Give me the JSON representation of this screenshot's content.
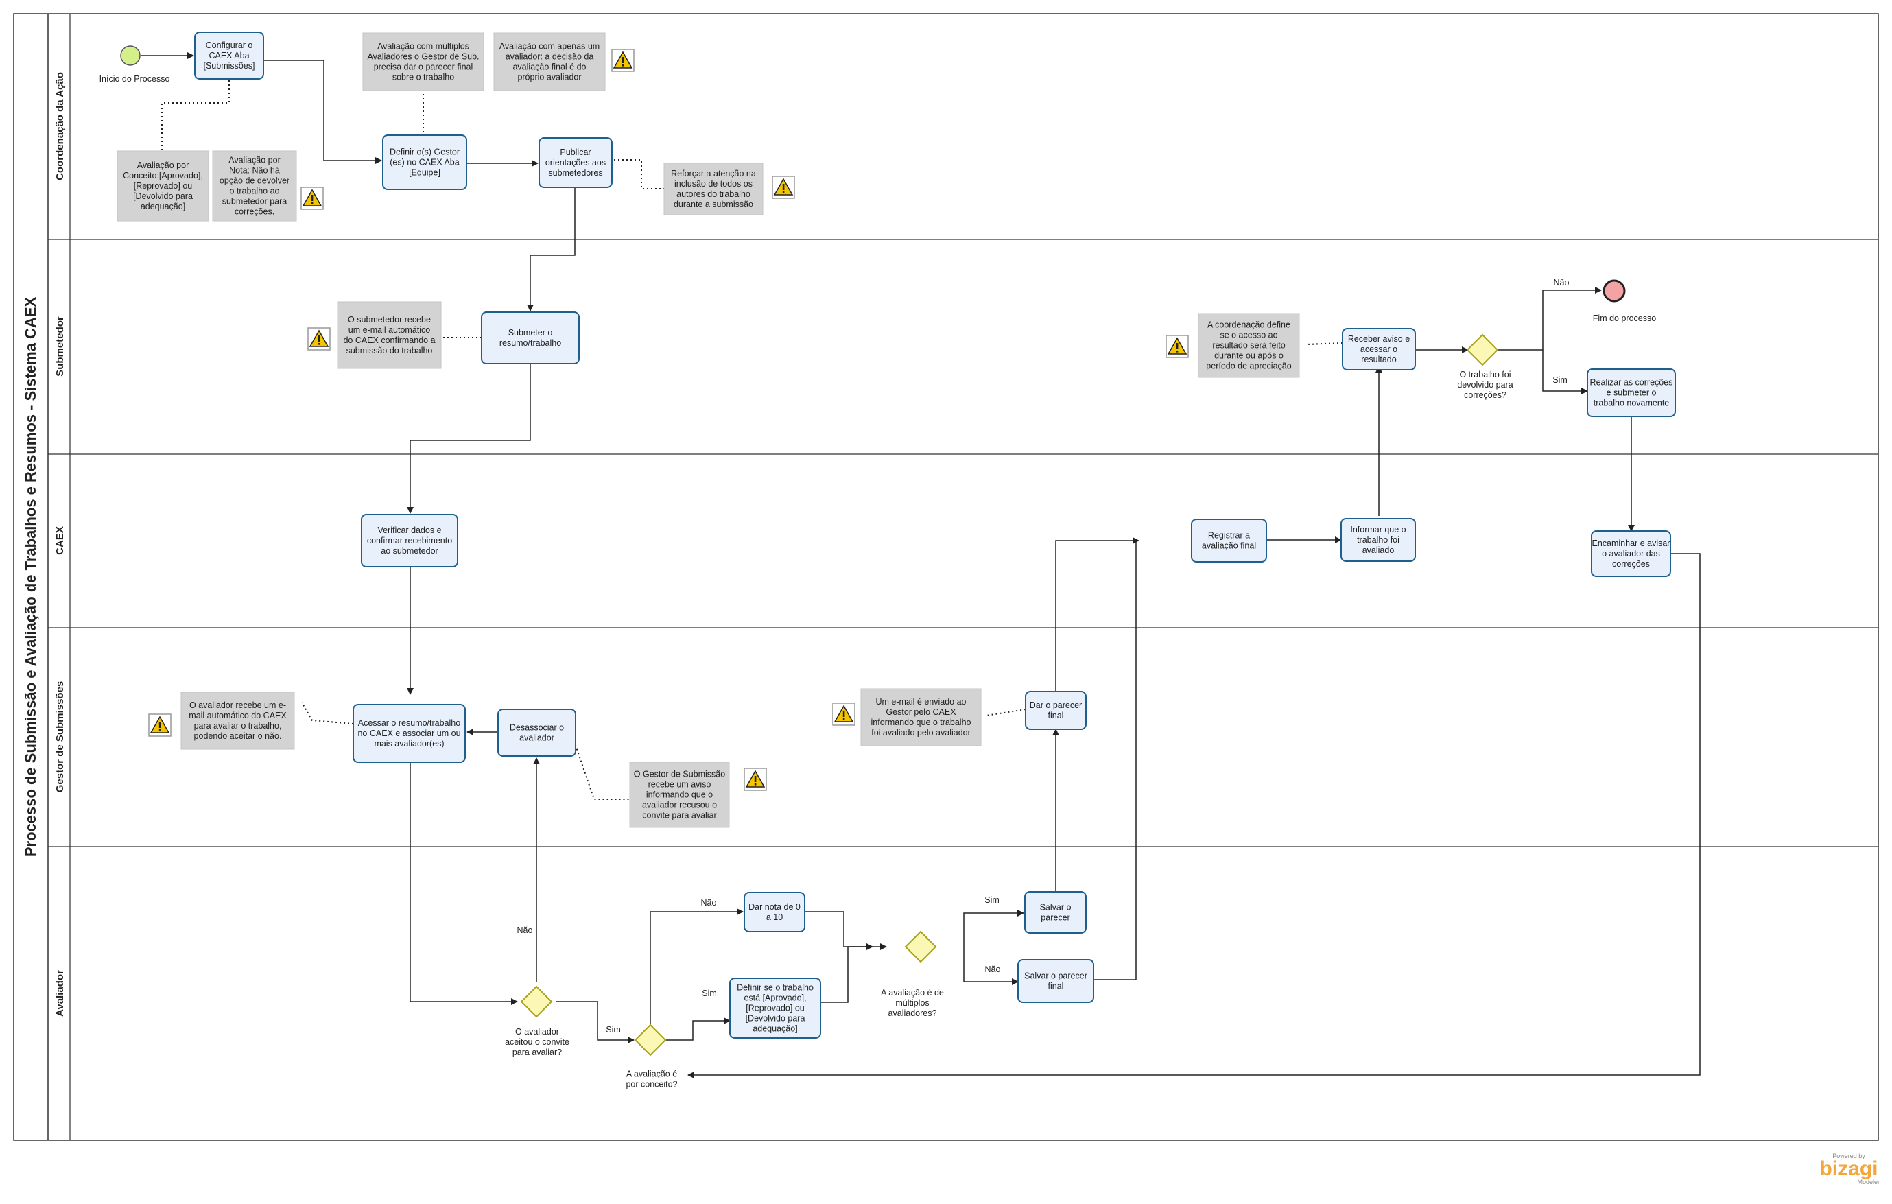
{
  "pool": {
    "title": "Processo de Submissão e Avaliação de Trabalhos e Resumos -  Sistema  CAEX"
  },
  "lanes": [
    {
      "id": "coord",
      "label": "Coordenação da Ação"
    },
    {
      "id": "sub",
      "label": "Submetedor"
    },
    {
      "id": "caex",
      "label": "CAEX"
    },
    {
      "id": "gestor",
      "label": "Gestor de Submissões"
    },
    {
      "id": "aval",
      "label": "Avaliador"
    }
  ],
  "events": {
    "start": "Início do Processo",
    "end": "Fim do processo"
  },
  "tasks": {
    "configurar": [
      "Configurar o",
      "CAEX Aba",
      "[Submissões]"
    ],
    "definir_gestor": [
      "Definir o(s) Gestor",
      "(es) no CAEX Aba",
      "[Equipe]"
    ],
    "publicar": [
      "Publicar",
      "orientações aos",
      "submetedores"
    ],
    "submeter": [
      "Submeter o",
      "resumo/trabalho"
    ],
    "receber_aviso": [
      "Receber aviso e",
      "acessar o",
      "resultado"
    ],
    "realizar_correcoes": [
      "Realizar as correções",
      "e submeter o",
      "trabalho novamente"
    ],
    "verificar": [
      "Verificar dados e",
      "confirmar recebimento",
      "ao submetedor"
    ],
    "registrar": [
      "Registrar a",
      "avaliação final"
    ],
    "informar": [
      "Informar que o",
      "trabalho foi",
      "avaliado"
    ],
    "encaminhar": [
      "Encaminhar e avisar",
      "o avaliador das",
      "correções"
    ],
    "acessar": [
      "Acessar o resumo/trabalho",
      "no CAEX e  associar um ou",
      "mais avaliador(es)"
    ],
    "desassociar": [
      "Desassociar o",
      "avaliador"
    ],
    "dar_parecer": [
      "Dar o parecer",
      "final"
    ],
    "dar_nota": [
      "Dar nota de 0",
      "a 10"
    ],
    "definir_conceito": [
      "Definir se o trabalho",
      "está  [Aprovado],",
      "[Reprovado] ou",
      "[Devolvido para",
      "adequação]"
    ],
    "salvar_parecer": [
      "Salvar o",
      "parecer"
    ],
    "salvar_parecer_final": [
      "Salvar o parecer",
      "final"
    ]
  },
  "gateways": {
    "devolvido": [
      "O trabalho foi",
      "devolvido para",
      "correções?"
    ],
    "aceitou": [
      "O avaliador",
      "aceitou o convite",
      "para avaliar?"
    ],
    "conceito": [
      "A avaliação é",
      "por conceito?"
    ],
    "multiplos": [
      "A avaliação é de",
      "múltiplos",
      "avaliadores?"
    ]
  },
  "annotations": {
    "multiplos_aval": [
      "Avaliação com múltiplos",
      "Avaliadores o Gestor de Sub.",
      "precisa dar o parecer final",
      "sobre o trabalho"
    ],
    "apenas_um": [
      "Avaliação com apenas um",
      "avaliador:  a decisão da",
      "avaliação final  é do",
      "próprio avaliador"
    ],
    "conceito": [
      "Avaliação por",
      "Conceito:[Aprovado],",
      "[Reprovado] ou",
      "[Devolvido para",
      "adequação]"
    ],
    "nota": [
      "Avaliação por",
      "Nota: Não há",
      "opção de devolver",
      "o trabalho ao",
      "submetedor para",
      "correções."
    ],
    "reforcar": [
      "Reforçar a atenção na",
      "inclusão de todos os",
      "autores do trabalho",
      "durante a submissão"
    ],
    "email_auto": [
      "O submetedor recebe",
      "um e-mail automático",
      "do CAEX confirmando a",
      "submissão  do trabalho"
    ],
    "coord_define": [
      "A coordenação define",
      "se o acesso ao",
      "resultado será feito",
      "durante ou após o",
      "período de apreciação"
    ],
    "avaliador_recebe": [
      "O avaliador recebe um e-",
      "mail automático do CAEX",
      "para avaliar o trabalho,",
      "podendo aceitar o não."
    ],
    "email_gestor": [
      "Um e-mail é  enviado ao",
      "Gestor  pelo CAEX",
      "informando  que o trabalho",
      "foi avaliado pelo avaliador"
    ],
    "gestor_aviso": [
      "O Gestor de Submissão",
      "recebe um aviso",
      "informando que o",
      "avaliador recusou o",
      "convite para avaliar"
    ]
  },
  "flow_labels": {
    "nao_fim": "Não",
    "sim_correcoes": "Sim",
    "nao_aceitou": "Não",
    "sim_aceitou": "Sim",
    "nao_conceito": "Não",
    "sim_conceito": "Sim",
    "sim_multiplos": "Sim",
    "nao_multiplos": "Não"
  },
  "logo": {
    "top": "Powered by",
    "main": "bizagi",
    "bottom": "Modeler"
  },
  "colors": {
    "task_fill": "#e8f0fb",
    "task_stroke": "#1f5f8b",
    "gateway_fill": "#fbf8b5",
    "gateway_stroke": "#a7a21c",
    "start_fill": "#d4f08a",
    "end_fill": "#f3a3a3",
    "annotation_fill": "#d3d3d3",
    "warning": "#f5c400"
  }
}
